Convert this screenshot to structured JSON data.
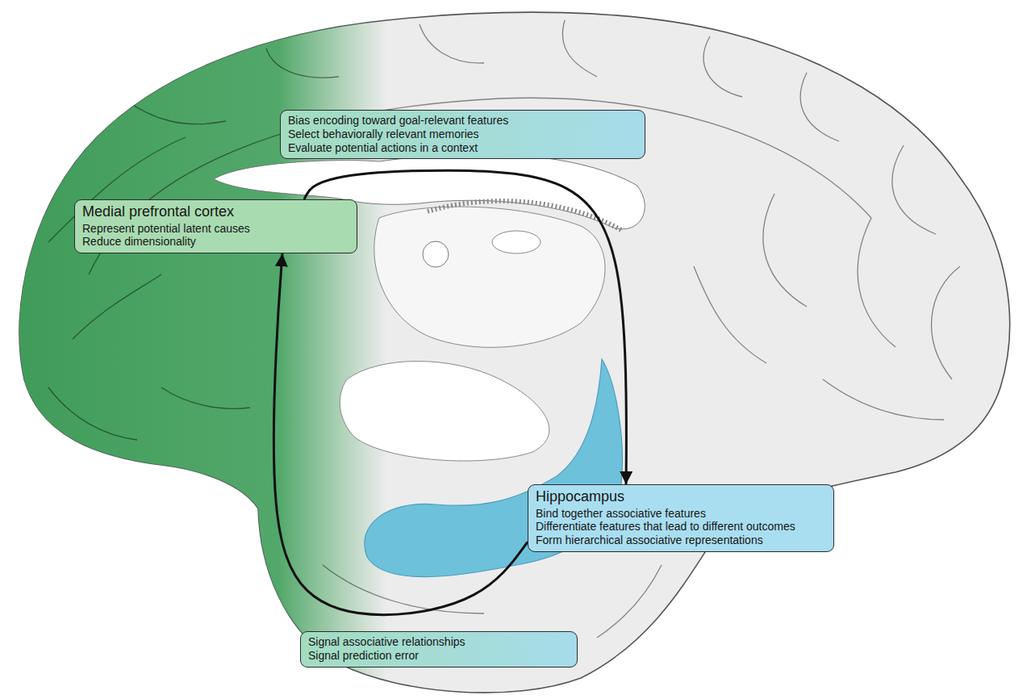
{
  "diagram": {
    "nodes": [
      {
        "text": [
          "Medial prefrontal cortex",
          "Represent potential latent causes",
          "Reduce dimensionality"
        ]
      },
      {
        "text": [
          "Hippocampus",
          "Bind together associative features",
          "Differentiate features that lead to different outcomes",
          "Form hierarchical associative representations"
        ]
      },
      {
        "text": [
          "Bias encoding toward goal-relevant features",
          "Select behaviorally relevant memories",
          "Evaluate potential actions in a context"
        ]
      },
      {
        "text": [
          "Signal associative relationships",
          "Signal prediction error"
        ]
      }
    ],
    "edges": [
      {
        "from": 0,
        "to": 1,
        "arrow": "to"
      },
      {
        "from": 1,
        "to": 0,
        "arrow": "to"
      }
    ]
  }
}
